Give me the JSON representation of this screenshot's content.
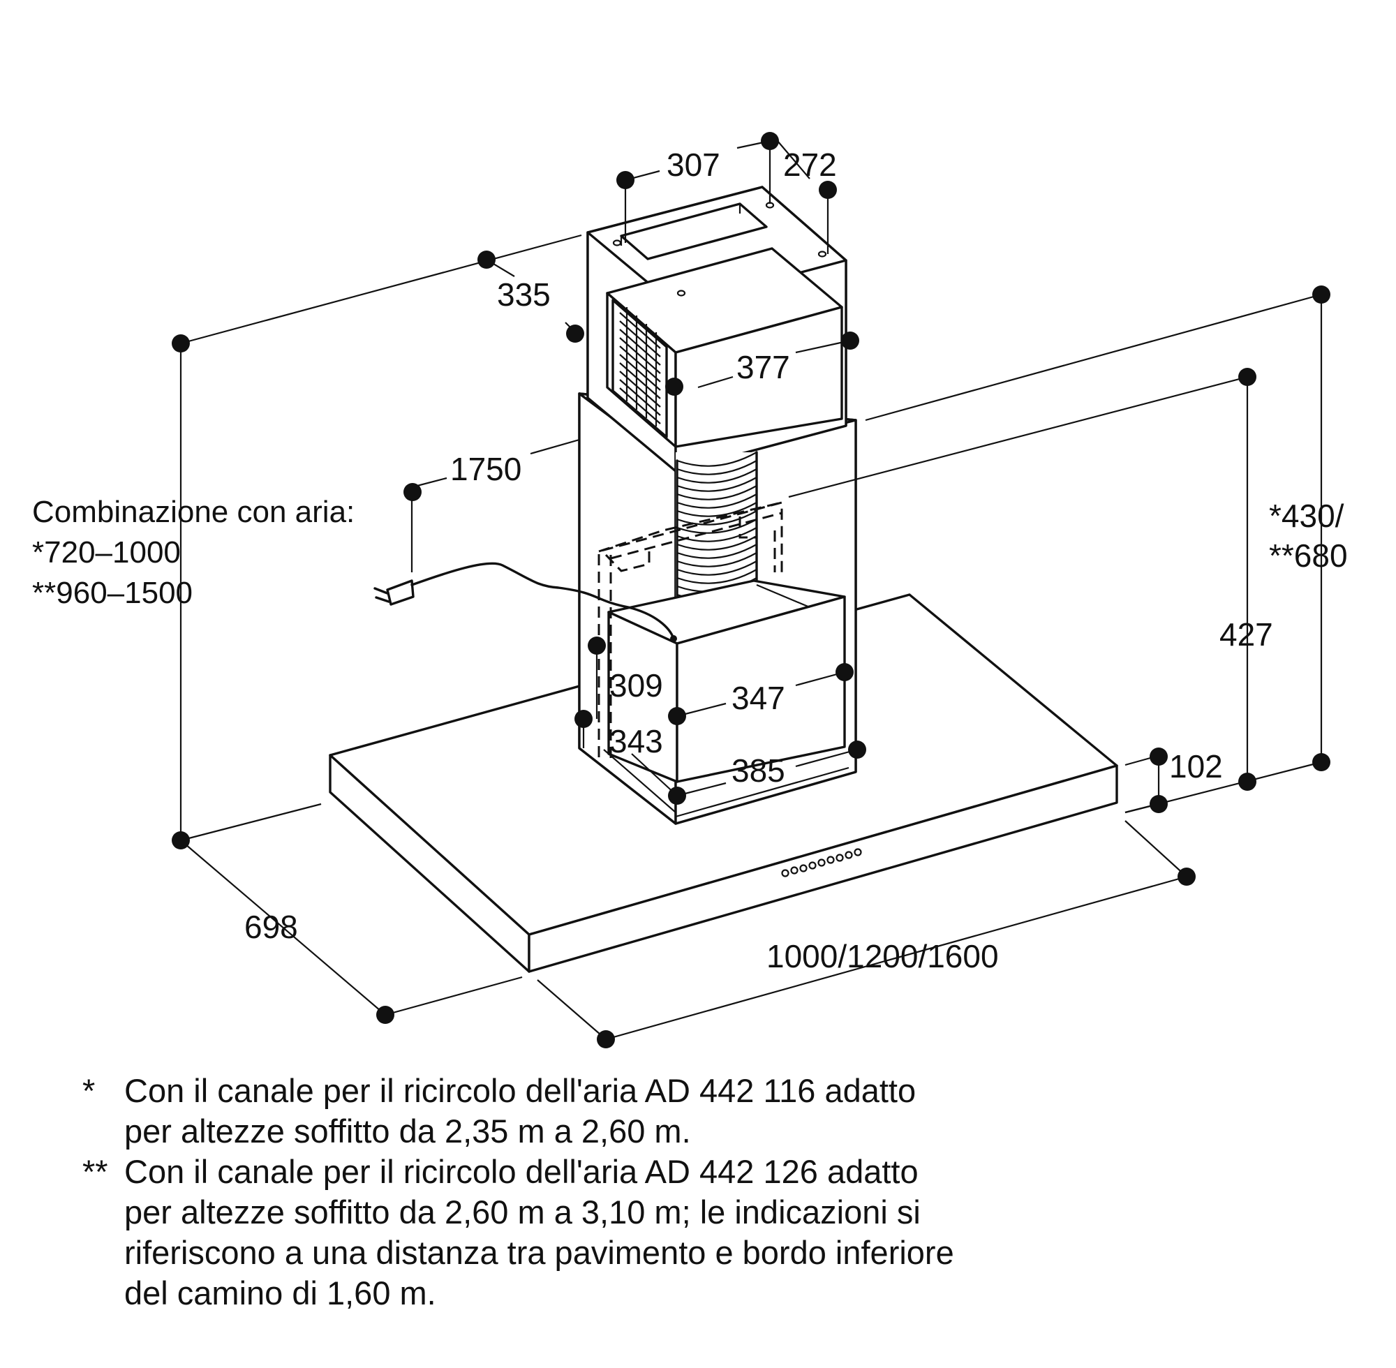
{
  "dimensions": {
    "d307": "307",
    "d272": "272",
    "d335": "335",
    "d377": "377",
    "d1750": "1750",
    "d309": "309",
    "d347": "347",
    "d343": "343",
    "d385": "385",
    "d427": "427",
    "d430_680": [
      "*430/",
      "**680"
    ],
    "d102": "102",
    "d698": "698",
    "width": "1000/1200/1600"
  },
  "air_combination": {
    "label": "Combinazione con aria:",
    "range_1": "*720–1000",
    "range_2": "**960–1500"
  },
  "notes": [
    {
      "mark": "*",
      "lines": [
        "Con il canale per il ricircolo dell'aria AD 442 116 adatto",
        "per altezze soffitto da 2,35 m a 2,60 m."
      ]
    },
    {
      "mark": "**",
      "lines": [
        "Con il canale per il ricircolo dell'aria AD 442 126 adatto",
        "per altezze soffitto da 2,60 m a 3,10 m; le indicazioni si",
        "riferiscono a una distanza tra pavimento e bordo inferiore",
        "del camino di 1,60 m."
      ]
    }
  ]
}
